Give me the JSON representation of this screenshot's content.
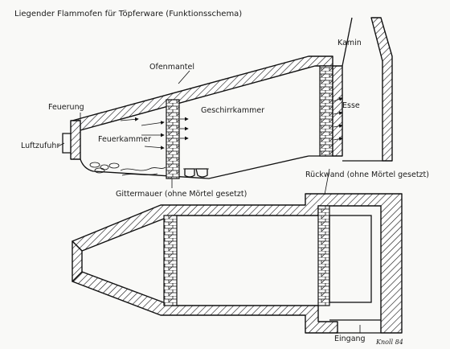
{
  "title": "Liegender Flammofen für Töpferware (Funktionsschema)",
  "labels": {
    "kamin": "Kamin",
    "ofenmantel": "Ofenmantel",
    "feuerung": "Feuerung",
    "geschirrkammer": "Geschirrkammer",
    "esse": "Esse",
    "luftzufuhr": "Luftzufuhr",
    "feuerkammer": "Feuerkammer",
    "rueckwand": "Rückwand (ohne Mörtel gesetzt)",
    "gittermauer": "Gittermauer (ohne Mörtel gesetzt)",
    "eingang": "Eingang"
  },
  "signature": "Knoll 84"
}
